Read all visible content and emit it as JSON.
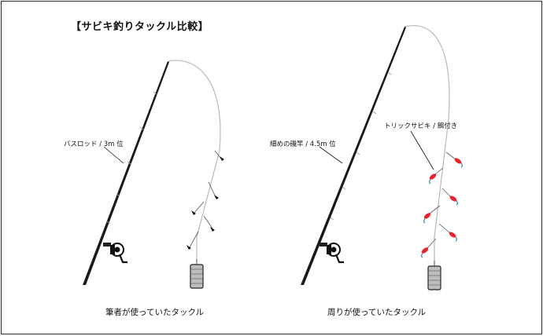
{
  "title": "【サビキ釣りタックル比較】",
  "left": {
    "rod_label": "バスロッド / 3m 位",
    "caption": "筆者が使っていたタックル"
  },
  "right": {
    "rod_label": "細めの磯竿 / 4.5m 位",
    "sabiki_label": "トリックサビキ / 餌付き",
    "caption": "周りが使っていたタックル"
  },
  "colors": {
    "line": "#b9b9b9",
    "rod": "#1a1a1a",
    "bait": "#e8232c",
    "hook": "#4a90c0"
  }
}
